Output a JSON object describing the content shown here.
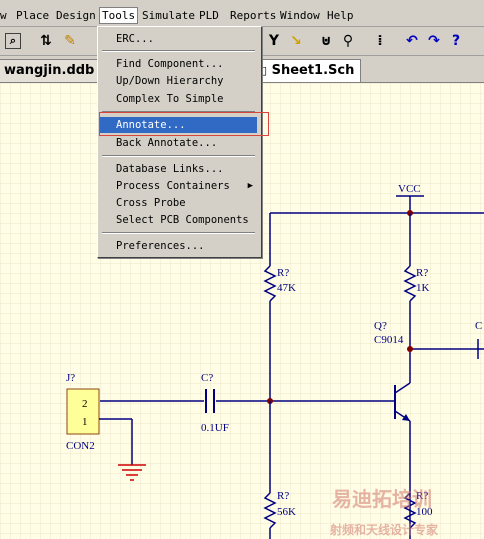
{
  "menubar": {
    "items": [
      "w",
      "Place",
      "Design",
      "Tools",
      "Simulate",
      "PLD",
      "Reports",
      "Window",
      "Help"
    ]
  },
  "tabs": {
    "project": "wangjin.ddb",
    "sheet": "Sheet1.Sch"
  },
  "tools_menu": {
    "items": [
      {
        "label": "ERC..."
      },
      {
        "label": "Find Component..."
      },
      {
        "label": "Up/Down Hierarchy"
      },
      {
        "label": "Complex To Simple"
      },
      {
        "label": "Annotate..."
      },
      {
        "label": "Back Annotate..."
      },
      {
        "label": "Database Links..."
      },
      {
        "label": "Process Containers"
      },
      {
        "label": "Cross Probe"
      },
      {
        "label": "Select PCB Components"
      },
      {
        "label": "Preferences..."
      }
    ]
  },
  "schematic": {
    "vcc": "VCC",
    "r1_ref": "R?",
    "r1_val": "47K",
    "r2_ref": "R?",
    "r2_val": "1K",
    "r3_ref": "R?",
    "r3_val": "56K",
    "r4_ref": "R?",
    "r4_val": "100",
    "q_ref": "Q?",
    "q_val": "C9014",
    "c_ref": "C?",
    "c_val": "0.1UF",
    "j_ref": "J?",
    "j_val": "CON2",
    "pin2": "2",
    "pin1": "1",
    "edge_c": "C"
  },
  "watermark": {
    "title": "易迪拓培训",
    "subtitle": "射频和天线设计专家"
  },
  "colors": {
    "wire": "#000080",
    "component": "#000080",
    "junction": "#800000",
    "connector_fill": "#ffff99",
    "highlight": "#316ac5",
    "annotation_box": "#d9453c"
  }
}
